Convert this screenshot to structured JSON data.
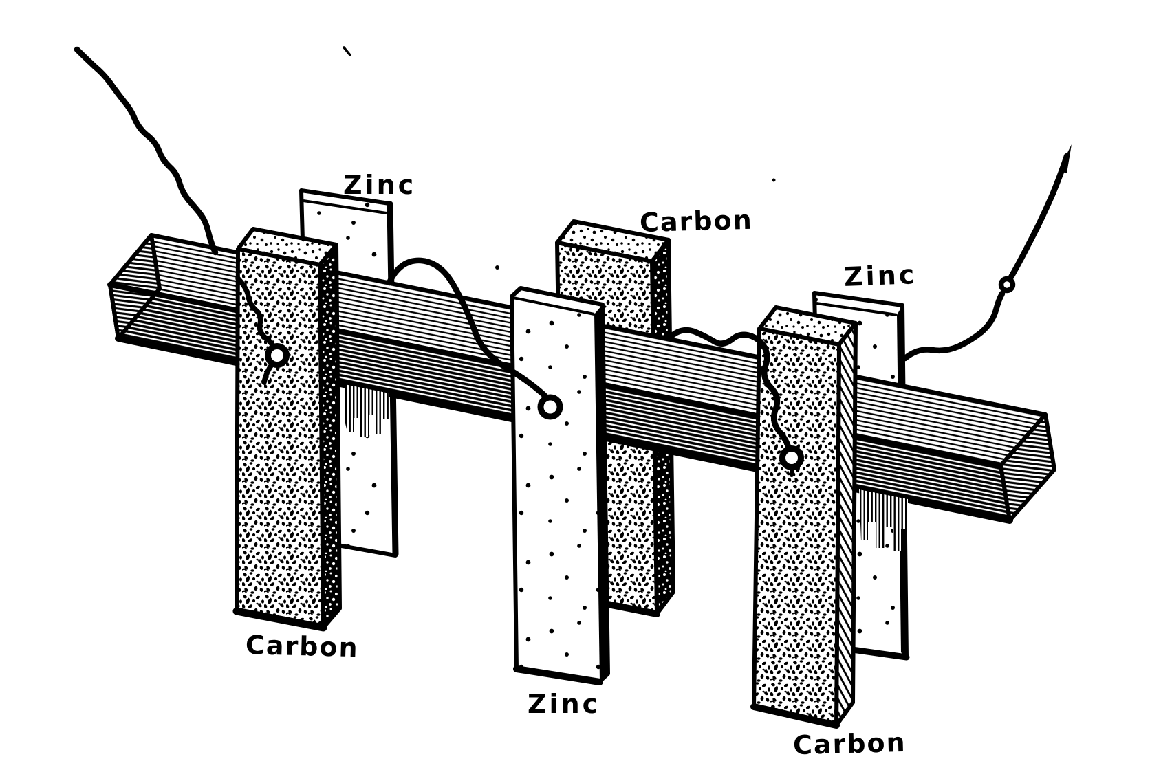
{
  "figure": {
    "description": "Vintage pen-and-ink illustration of three carbon and zinc battery electrode pairs mounted through a long wooden bar, joined by wavy connecting wires with binding-post eyelets and two lead wires",
    "ink_color": "#000000",
    "paper_color": "#ffffff",
    "labels": {
      "zinc_top_left": "Zinc",
      "carbon_top_middle": "Carbon",
      "zinc_top_right": "Zinc",
      "carbon_bottom_left": "Carbon",
      "zinc_bottom_middle": "Zinc",
      "carbon_bottom_right": "Carbon"
    }
  }
}
